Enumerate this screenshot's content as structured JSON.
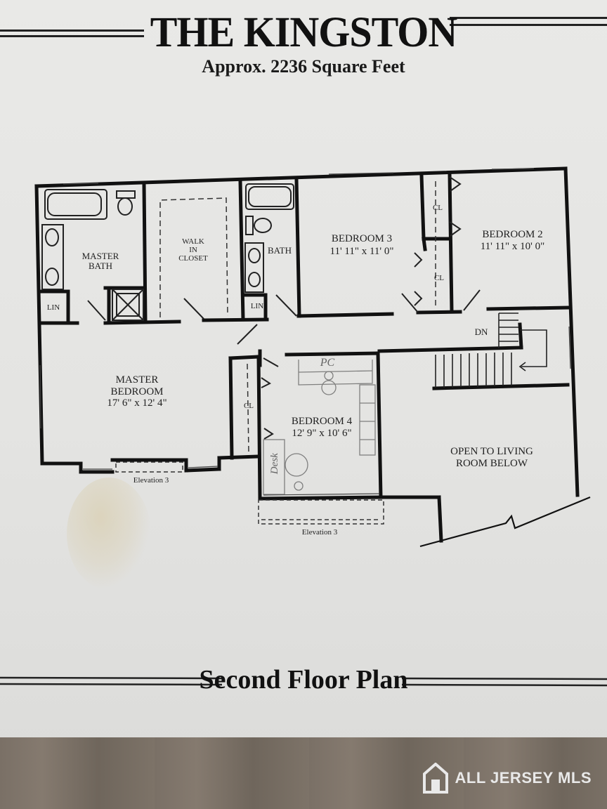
{
  "header": {
    "title": "THE KINGSTON",
    "subtitle": "Approx. 2236 Square Feet"
  },
  "footer": {
    "plan_title": "Second Floor Plan"
  },
  "rooms": {
    "master_bath": "MASTER\nBATH",
    "walk_in_closet": "WALK\nIN\nCLOSET",
    "bath": "BATH",
    "lin_1": "LIN",
    "lin_2": "LIN",
    "bedroom3_name": "BEDROOM 3",
    "bedroom3_dims": "11' 11\" x 11' 0\"",
    "bedroom2_name": "BEDROOM 2",
    "bedroom2_dims": "11' 11\" x 10' 0\"",
    "cl_1": "CL",
    "cl_2": "CL",
    "cl_3": "CL",
    "dn": "DN",
    "master_bedroom_name": "MASTER\nBEDROOM",
    "master_bedroom_dims": "17' 6\" x 12' 4\"",
    "bedroom4_name": "BEDROOM 4",
    "bedroom4_dims": "12' 9\" x 10' 6\"",
    "open_to_living": "OPEN TO LIVING\nROOM BELOW",
    "elevation_1": "Elevation 3",
    "elevation_2": "Elevation 3"
  },
  "handwritten": {
    "pc": "PC",
    "desk": "Desk"
  },
  "watermark": {
    "text": "ALL JERSEY MLS"
  }
}
